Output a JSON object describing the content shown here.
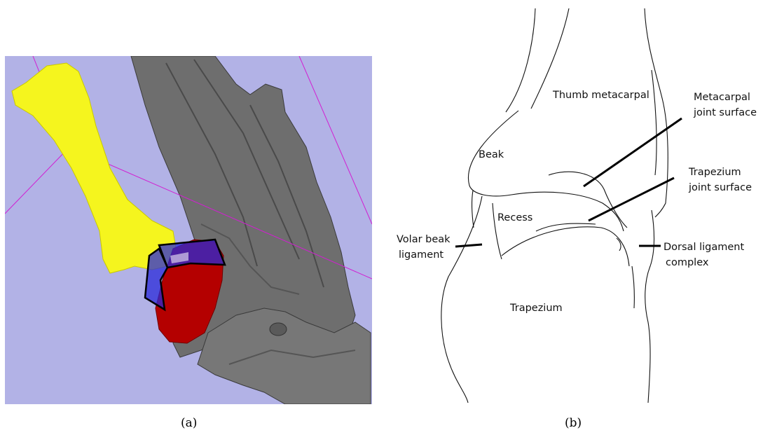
{
  "captions": {
    "a": "(a)",
    "b": "(b)"
  },
  "colors": {
    "background_3d": "#b2b2e6",
    "metacarpal": "#f5f51e",
    "trapezium": "#b40000",
    "other_bones": "#6e6e6e",
    "joint_surface": "#2a2ad8",
    "axes": "#d21ed2"
  },
  "labels": {
    "thumb_metacarpal": "Thumb metacarpal",
    "metacarpal_joint_surface_1": "Metacarpal",
    "metacarpal_joint_surface_2": "joint surface",
    "beak": "Beak",
    "trapezium_joint_surface_1": "Trapezium",
    "trapezium_joint_surface_2": "joint surface",
    "recess": "Recess",
    "volar_beak_1": "Volar beak",
    "volar_beak_2": "ligament",
    "dorsal_ligament_1": "Dorsal ligament",
    "dorsal_ligament_2": "complex",
    "trapezium": "Trapezium"
  }
}
